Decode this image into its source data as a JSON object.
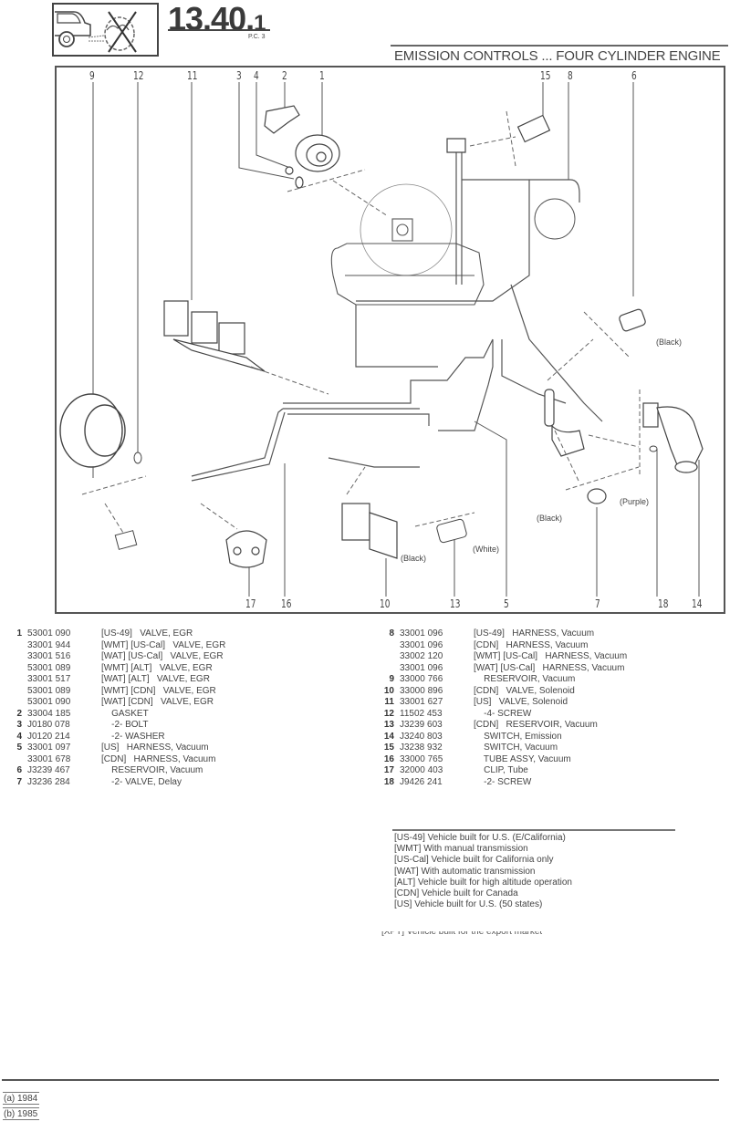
{
  "header": {
    "logo_icon": "emission-control-icon",
    "page_number_main": "13",
    "page_number_sub": ".40.",
    "page_number_suffix": "1",
    "pc_label": "P.C. 3",
    "section_title": "EMISSION CONTROLS ... FOUR CYLINDER ENGINE"
  },
  "diagram": {
    "callouts_top": [
      "9",
      "12",
      "11",
      "3",
      "4",
      "2",
      "1",
      "15",
      "8",
      "6"
    ],
    "callouts_bottom": [
      "17",
      "16",
      "10",
      "13",
      "5",
      "7",
      "18",
      "14"
    ],
    "color_labels": {
      "reservoir_6": "(Black)",
      "valve_7_left": "(Black)",
      "valve_7_right": "(Purple)",
      "reservoir_13_left": "(Black)",
      "reservoir_13_right": "(White)"
    }
  },
  "parts_left": [
    {
      "num": "1",
      "part": "53001 090",
      "desc": "[US-49]   VALVE, EGR"
    },
    {
      "num": "",
      "part": "33001 944",
      "desc": "[WMT] [US-Cal]   VALVE, EGR"
    },
    {
      "num": "",
      "part": "33001 516",
      "desc": "[WAT] [US-Cal]   VALVE, EGR"
    },
    {
      "num": "",
      "part": "53001 089",
      "desc": "[WMT] [ALT]   VALVE, EGR"
    },
    {
      "num": "",
      "part": "33001 517",
      "desc": "[WAT] [ALT]   VALVE, EGR"
    },
    {
      "num": "",
      "part": "53001 089",
      "desc": "[WMT] [CDN]   VALVE, EGR"
    },
    {
      "num": "",
      "part": "53001 090",
      "desc": "[WAT] [CDN]   VALVE, EGR"
    },
    {
      "num": "2",
      "part": "33004 185",
      "desc": "    GASKET"
    },
    {
      "num": "3",
      "part": "J0180 078",
      "desc": "    -2- BOLT"
    },
    {
      "num": "4",
      "part": "J0120 214",
      "desc": "    -2- WASHER"
    },
    {
      "num": "5",
      "part": "33001 097",
      "desc": "[US]   HARNESS, Vacuum"
    },
    {
      "num": "",
      "part": "33001 678",
      "desc": "[CDN]   HARNESS, Vacuum"
    },
    {
      "num": "6",
      "part": "J3239 467",
      "desc": "    RESERVOIR, Vacuum"
    },
    {
      "num": "7",
      "part": "J3236 284",
      "desc": "    -2- VALVE, Delay"
    }
  ],
  "parts_right": [
    {
      "num": "8",
      "part": "33001 096",
      "desc": "[US-49]   HARNESS, Vacuum"
    },
    {
      "num": "",
      "part": "33001 096",
      "desc": "[CDN]   HARNESS, Vacuum"
    },
    {
      "num": "",
      "part": "33002 120",
      "desc": "[WMT] [US-Cal]   HARNESS, Vacuum"
    },
    {
      "num": "",
      "part": "33001 096",
      "desc": "[WAT] [US-Cal]   HARNESS, Vacuum"
    },
    {
      "num": "9",
      "part": "33000 766",
      "desc": "    RESERVOIR, Vacuum"
    },
    {
      "num": "10",
      "part": "33000 896",
      "desc": "[CDN]   VALVE, Solenoid"
    },
    {
      "num": "11",
      "part": "33001 627",
      "desc": "[US]   VALVE, Solenoid"
    },
    {
      "num": "12",
      "part": "11502 453",
      "desc": "    -4- SCREW"
    },
    {
      "num": "13",
      "part": "J3239 603",
      "desc": "[CDN]   RESERVOIR, Vacuum"
    },
    {
      "num": "14",
      "part": "J3240 803",
      "desc": "    SWITCH, Emission"
    },
    {
      "num": "15",
      "part": "J3238 932",
      "desc": "    SWITCH, Vacuum"
    },
    {
      "num": "16",
      "part": "33000 765",
      "desc": "    TUBE ASSY, Vacuum"
    },
    {
      "num": "17",
      "part": "32000 403",
      "desc": "    CLIP, Tube"
    },
    {
      "num": "18",
      "part": "J9426 241",
      "desc": "    -2- SCREW"
    }
  ],
  "legend": [
    "[US-49] Vehicle built for U.S. (E/California)",
    "[WMT] With manual transmission",
    "[US-Cal] Vehicle built for California only",
    "[WAT] With automatic transmission",
    "[ALT] Vehicle built for high altitude operation",
    "[CDN] Vehicle built for Canada",
    "[US] Vehicle built for U.S. (50 states)"
  ],
  "legend_cutoff": "[XPT] Vehicle built for the export market",
  "footnotes": [
    "(a) 1984",
    "(b) 1985"
  ]
}
